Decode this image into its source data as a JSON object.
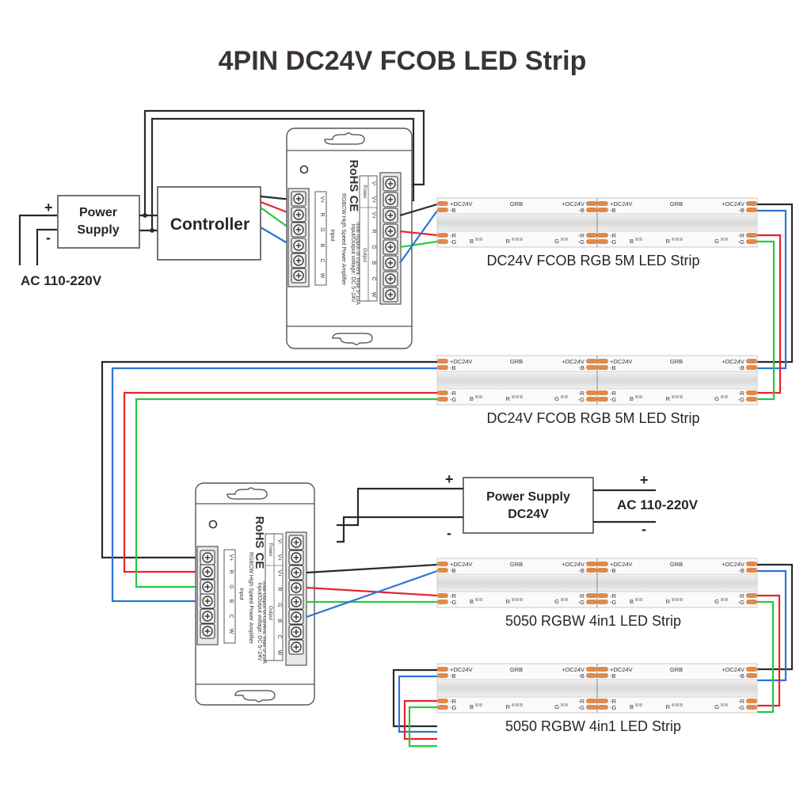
{
  "title": "4PIN DC24V FCOB LED Strip",
  "colors": {
    "wire_black": "#2a2a2a",
    "wire_red": "#e8232a",
    "wire_green": "#27c93f",
    "wire_blue": "#2d74d8",
    "pad_orange": "#e0894a",
    "strip_body": "#f4f4f4"
  },
  "top_section": {
    "power_supply": {
      "line1": "Power",
      "line2": "Supply",
      "plus": "+",
      "minus": "-"
    },
    "ac_input": "AC 110-220V",
    "controller": "Controller"
  },
  "amplifier": {
    "rohs": "RoHS",
    "ce": "CE",
    "model": "RGBCW High Speed Power Amplifier",
    "spec1": "Input/Output voltage: DC 5~24V",
    "spec2": "Total output of current: max 5*10A",
    "power_label": "Power",
    "input_label": "Input",
    "output_label": "Output",
    "input_pins": [
      "V+",
      "R",
      "G",
      "B",
      "C",
      "W"
    ],
    "power_pins": [
      "V-",
      "V+"
    ],
    "output_pins": [
      "V+",
      "R",
      "G",
      "B",
      "C",
      "W"
    ],
    "power_icon_label": "Power"
  },
  "bottom_section": {
    "power_supply": {
      "line1": "Power Supply",
      "line2": "DC24V",
      "plus_left": "+",
      "minus_left": "-",
      "plus_right": "+",
      "minus_right": "-"
    },
    "ac_input": "AC 110-220V"
  },
  "strips": [
    {
      "caption": "DC24V FCOB RGB 5M LED Strip"
    },
    {
      "caption": "DC24V FCOB RGB 5M LED Strip"
    },
    {
      "caption": "5050 RGBW 4in1 LED Strip"
    },
    {
      "caption": "5050 RGBW 4in1 LED Strip"
    }
  ],
  "strip_labels": {
    "dc24v": "+DC24V",
    "b": "-B",
    "r": "-R",
    "g": "-G",
    "grb": "GRB",
    "chip_b": "B",
    "chip_r": "R",
    "chip_g": "G"
  }
}
